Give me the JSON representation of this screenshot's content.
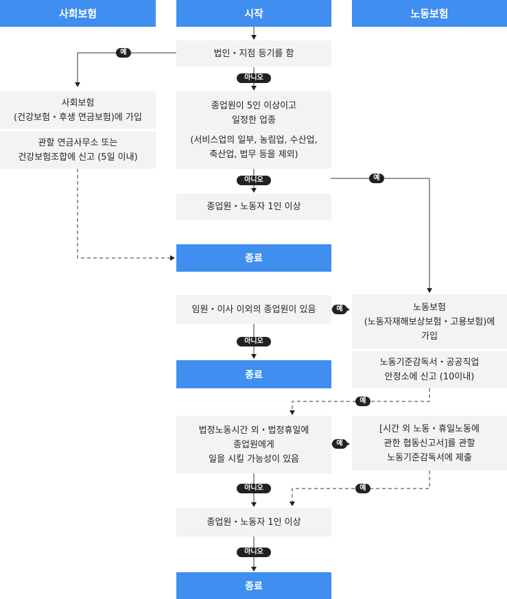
{
  "headers": {
    "social": "사회보험",
    "start": "시작",
    "labor": "노동보험"
  },
  "steps": {
    "corp_registration": "법인・지점 등기를 함",
    "five_or_more": [
      "종업원이 5인 이상이고",
      "일정한 업종"
    ],
    "five_or_more_note": [
      "(서비스업의 일부, 농림업, 수산업,",
      "축산업, 법무 등을 제외)"
    ],
    "one_or_more_a": "종업원・노동자 1인 이상",
    "end_a": "종료",
    "non_officer_employees": "임원・이사 이외의 종업원이 있음",
    "end_b": "종료",
    "overtime": [
      "법정노동시간 외・법정휴일에",
      "종업원에게",
      "일을 시킬 가능성이 있음"
    ],
    "one_or_more_b": "종업원・노동자 1인 이상",
    "end_c": "종료"
  },
  "social": {
    "join": [
      "사회보험",
      "(건강보험・후생 연금보험)에  가입"
    ],
    "report": [
      "관할 연금사무소 또는",
      "건강보험조합에 신고 (5일 이내)"
    ]
  },
  "labor": {
    "join": [
      "노동보험",
      "(노동자재해보상보험・고용보험)에",
      "가입"
    ],
    "report": [
      "노동기준감독서・공공직업",
      "안정소에 신고 (10이내)"
    ],
    "agreement": [
      "[시간 외 노동・휴일노동에",
      "관한 협동신고서]를 관할",
      "노동기준감독서에 제출"
    ]
  },
  "labels": {
    "yes": "예",
    "no": "아니오"
  }
}
